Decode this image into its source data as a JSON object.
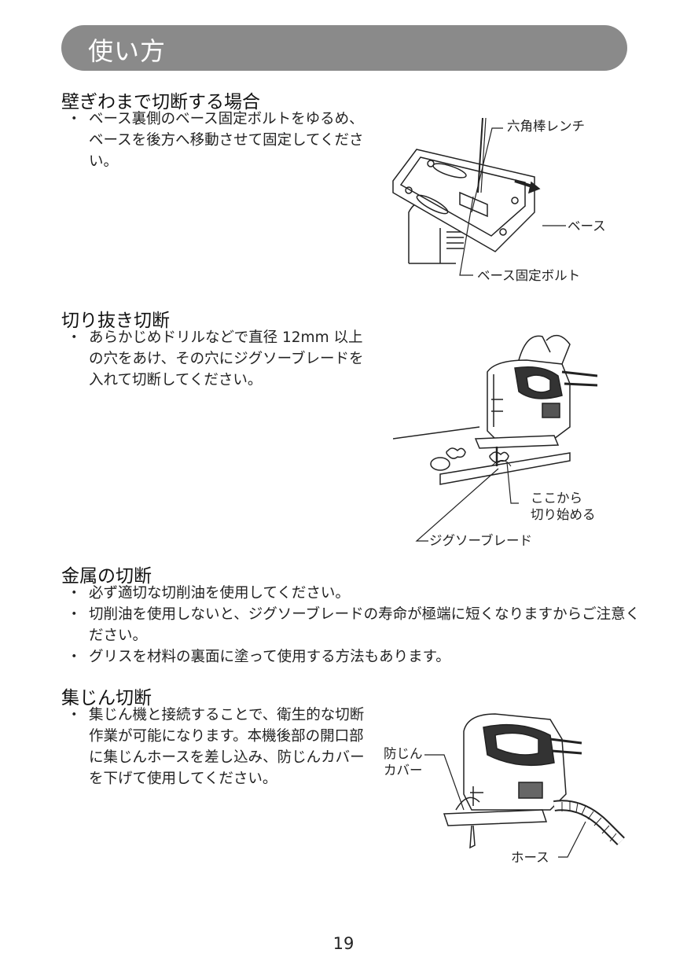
{
  "header": {
    "title": "使い方"
  },
  "sections": [
    {
      "heading": "壁ぎわまで切断する場合",
      "bullets": [
        {
          "marker": "・",
          "text": "ベース裏側のベース固定ボルトをゆるめ、ベースを後方へ移動させて固定してください。"
        }
      ],
      "figure_labels": {
        "wrench": "六角棒レンチ",
        "base": "ベース",
        "bolt": "ベース固定ボルト"
      }
    },
    {
      "heading": "切り抜き切断",
      "bullets": [
        {
          "marker": "・",
          "text": "あらかじめドリルなどで直径 12mm 以上の穴をあけ、その穴にジグソーブレードを入れて切断してください。"
        }
      ],
      "figure_labels": {
        "start_line1": "ここから",
        "start_line2": "切り始める",
        "blade": "ジグソーブレード"
      }
    },
    {
      "heading": "金属の切断",
      "bullets": [
        {
          "marker": "・",
          "text": "必ず適切な切削油を使用してください。"
        },
        {
          "marker": "・",
          "text": "切削油を使用しないと、ジグソーブレードの寿命が極端に短くなりますからご注意ください。"
        },
        {
          "marker": "・",
          "text": "グリスを材料の裏面に塗って使用する方法もあります。"
        }
      ]
    },
    {
      "heading": "集じん切断",
      "bullets": [
        {
          "marker": "・",
          "text": "集じん機と接続することで、衛生的な切断作業が可能になります。本機後部の開口部に集じんホースを差し込み、防じんカバーを下げて使用してください。"
        }
      ],
      "figure_labels": {
        "cover_line1": "防じん",
        "cover_line2": "カバー",
        "hose": "ホース"
      }
    }
  ],
  "footer": {
    "page_number": "19"
  }
}
